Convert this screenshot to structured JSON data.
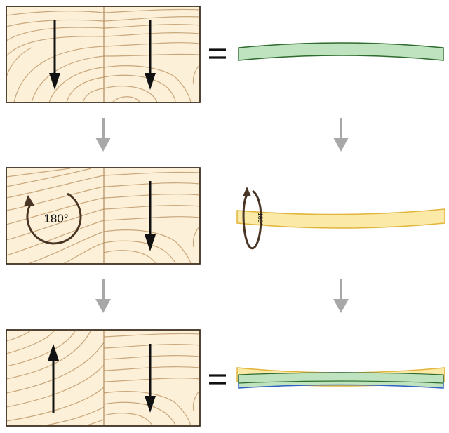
{
  "rotation": {
    "label": "180°",
    "small_label": "180°"
  },
  "colors": {
    "wood_fill": "#fdf0d8",
    "grain_line": "#c9a77c",
    "board_outline": "#3a2a1a",
    "flow_arrow": "#a8a8a8",
    "direction_arrow": "#111111",
    "rotation_arrow": "#4a3424",
    "strip_green_fill": "#bfe3bf",
    "strip_green_stroke": "#2e6b2e",
    "strip_yellow_fill": "#fbe9a8",
    "strip_yellow_stroke": "#e0b53a",
    "strip_blue_stroke": "#2f5fc4"
  },
  "icons": {
    "equals": "equals-sign",
    "flow": "arrow-down-icon",
    "rotate": "rotate-icon"
  }
}
